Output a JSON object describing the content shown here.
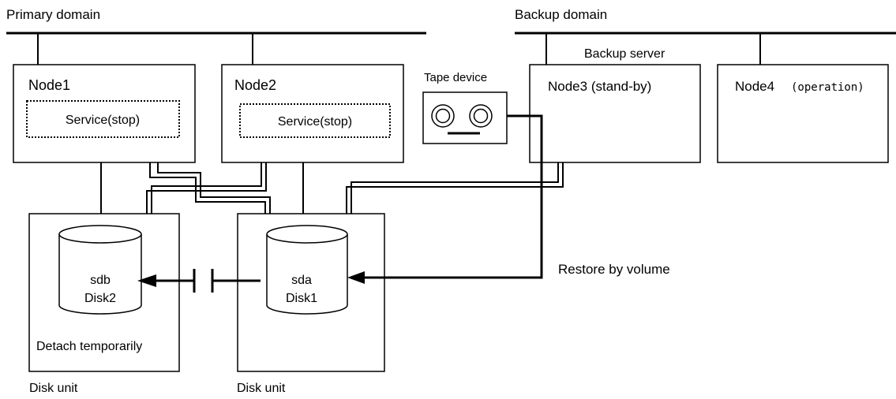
{
  "domains": {
    "primary": "Primary domain",
    "backup": "Backup domain"
  },
  "backup_server_label": "Backup server",
  "nodes": {
    "node1": {
      "title": "Node1",
      "service": "Service(stop)"
    },
    "node2": {
      "title": "Node2",
      "service": "Service(stop)"
    },
    "node3": {
      "title": "Node3 (stand-by)"
    },
    "node4": {
      "title": "Node4",
      "status": "(operation)"
    }
  },
  "tape_device": "Tape device",
  "disk_units": {
    "left": {
      "label": "Disk unit",
      "disk_name": "sdb",
      "disk_label": "Disk2",
      "note": "Detach temporarily"
    },
    "right": {
      "label": "Disk unit",
      "disk_name": "sda",
      "disk_label": "Disk1"
    }
  },
  "restore_label": "Restore by volume",
  "colors": {
    "line": "#000000",
    "background": "#ffffff"
  }
}
